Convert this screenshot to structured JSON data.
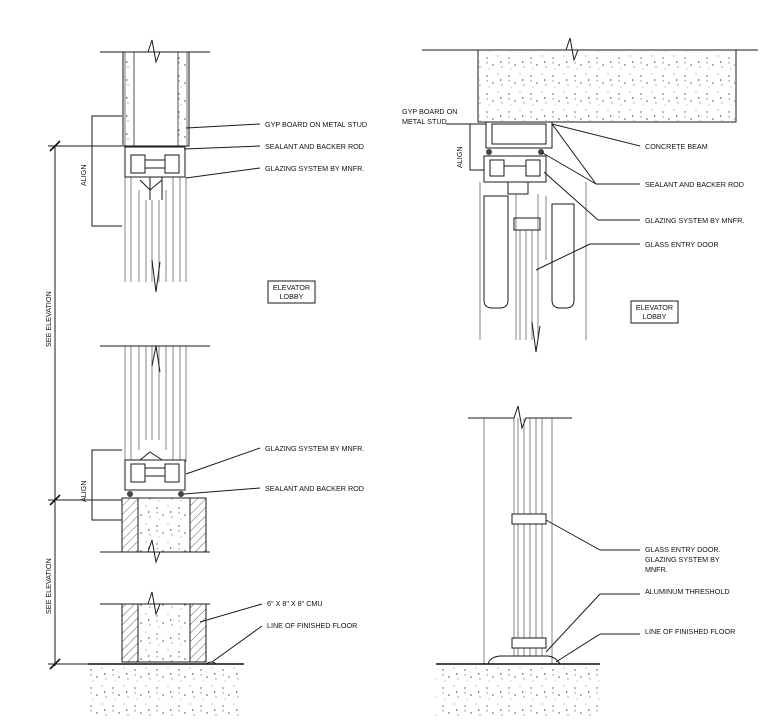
{
  "labels": {
    "gyp_board_on_metal_stud": "GYP BOARD ON METAL STUD",
    "sealant_and_backer_rod": "SEALANT AND BACKER ROD",
    "glazing_system_by_mnfr": "GLAZING SYSTEM BY MNFR.",
    "elevator_lobby_line1": "ELEVATOR",
    "elevator_lobby_line2": "LOBBY",
    "align": "ALIGN",
    "see_elevation": "SEE ELEVATION",
    "cmu": "6\" X 8\" X 8\" CMU",
    "line_of_finished_floor": "LINE OF FINISHED FLOOR",
    "gyp_board_line1": "GYP BOARD ON",
    "gyp_board_line2": "METAL STUD",
    "concrete_beam": "CONCRETE BEAM",
    "glass_entry_door": "GLASS ENTRY DOOR",
    "glass_entry_door_glazing_line1": "GLASS ENTRY DOOR.",
    "glass_entry_door_glazing_line2": "GLAZING SYSTEM BY",
    "glass_entry_door_glazing_line3": "MNFR.",
    "aluminum_threshold": "ALUMINUM THRESHOLD"
  },
  "colors": {
    "line": "#1a1a1a",
    "background": "#ffffff"
  }
}
